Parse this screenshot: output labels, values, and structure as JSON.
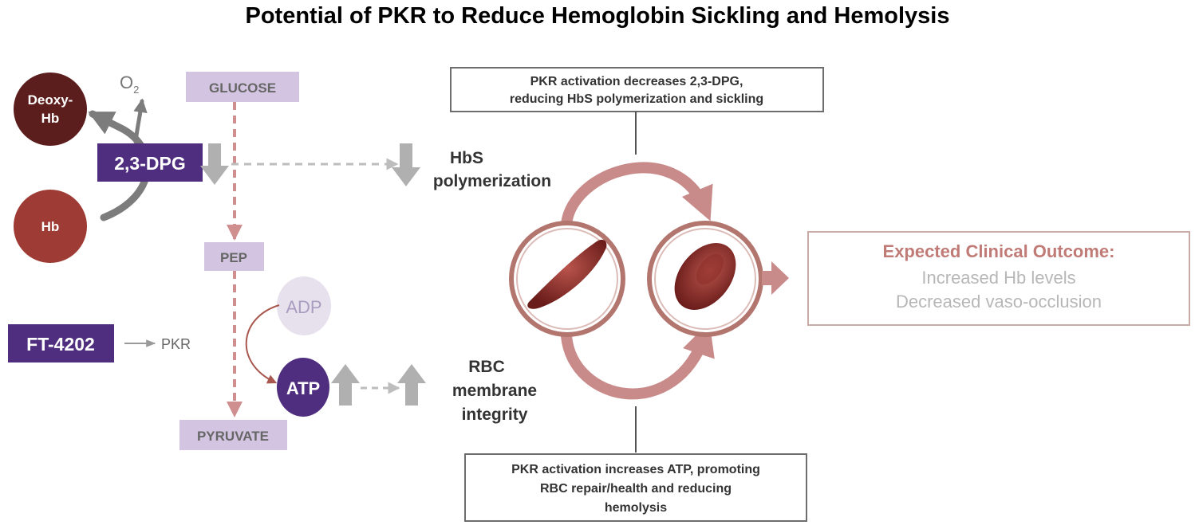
{
  "title": "Potential of PKR to Reduce Hemoglobin Sickling and Hemolysis",
  "nodes": {
    "deoxy_hb": [
      "Deoxy-",
      "Hb"
    ],
    "o2": "O",
    "o2_sub": "2",
    "hb": "Hb",
    "dpg": "2,3-DPG",
    "glucose": "GLUCOSE",
    "pep": "PEP",
    "adp": "ADP",
    "atp": "ATP",
    "pyruvate": "PYRUVATE",
    "ft4202": "FT-4202",
    "pkr": "PKR",
    "hbs_polymerization": [
      "HbS",
      "polymerization"
    ],
    "rbc_membrane": [
      "RBC",
      "membrane",
      "integrity"
    ]
  },
  "callouts": {
    "top": [
      "PKR activation decreases 2,3-DPG,",
      "reducing HbS polymerization and sickling"
    ],
    "bottom": [
      "PKR activation increases ATP, promoting",
      "RBC repair/health and reducing",
      "hemolysis"
    ]
  },
  "outcome": {
    "heading": "Expected Clinical Outcome:",
    "lines": [
      "Increased Hb levels",
      "Decreased vaso-occlusion"
    ]
  },
  "icons": {
    "sickle_cell": "sickle-cell-icon",
    "healthy_cell": "healthy-red-cell-icon",
    "arrow_down": "down-arrow-icon",
    "arrow_up": "up-arrow-icon"
  },
  "colors": {
    "purple": "#4f2e7f",
    "lavender": "#d3c5e1",
    "dark_maroon": "#5c1d1d",
    "brick_red": "#9e3b34",
    "rose": "#c98a8a",
    "pathway_dash": "#d08f8f",
    "gray": "#9e9e9e",
    "light_gray": "#c3c3c3",
    "adp_fill": "#e7e1ee",
    "adp_text": "#a99cbf",
    "outcome_heading": "#c17b77",
    "outcome_text": "#b7b7b7",
    "outline": "#6d6d6d"
  }
}
